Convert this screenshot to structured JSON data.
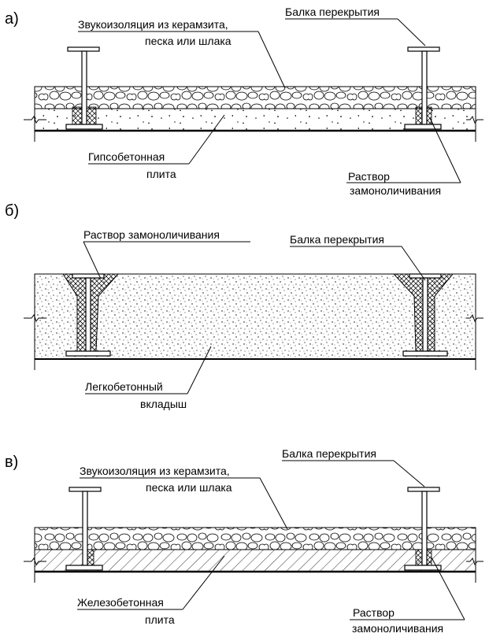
{
  "section_a": {
    "letter": "а)",
    "beam_label": "Балка перекрытия",
    "insulation_label_1": "Звукоизоляция из керамзита,",
    "insulation_label_2": "песка или шлака",
    "slab_label_1": "Гипсобетонная",
    "slab_label_2": "плита",
    "mortar_label_1": "Раствор",
    "mortar_label_2": "замоноличивания"
  },
  "section_b": {
    "letter": "б)",
    "mortar_label": "Раствор замоноличивания",
    "beam_label": "Балка перекрытия",
    "insert_label_1": "Легкобетонный",
    "insert_label_2": "вкладыш"
  },
  "section_c": {
    "letter": "в)",
    "beam_label": "Балка перекрытия",
    "insulation_label_1": "Звукоизоляция из керамзита,",
    "insulation_label_2": "песка или шлака",
    "slab_label_1": "Железобетонная",
    "slab_label_2": "плита",
    "mortar_label_1": "Раствор",
    "mortar_label_2": "замоноличивания"
  }
}
